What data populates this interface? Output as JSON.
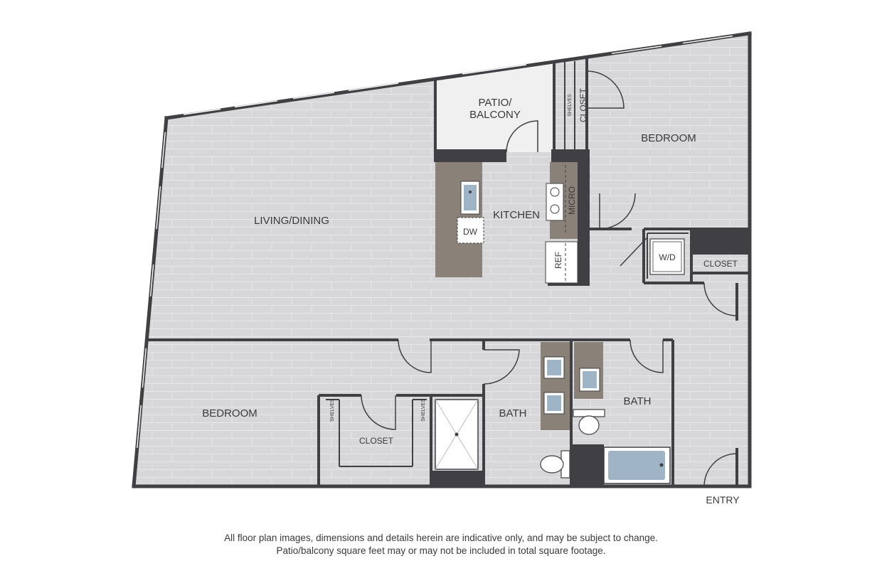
{
  "rooms": {
    "living_dining": "LIVING/DINING",
    "kitchen": "KITCHEN",
    "patio_line1": "PATIO/",
    "patio_line2": "BALCONY",
    "bedroom_top": "BEDROOM",
    "bedroom_bottom": "BEDROOM",
    "bath_left": "BATH",
    "bath_right": "BATH",
    "closet_top": "CLOSET",
    "closet_right": "CLOSET",
    "closet_bottom": "CLOSET",
    "entry": "ENTRY"
  },
  "fixtures": {
    "dishwasher": "DW",
    "refrigerator": "REF",
    "microwave": "MICRO",
    "washer_dryer": "W/D",
    "shelves_top": "SHELVES",
    "shelves_left": "SHELVES",
    "shelves_right": "SHELVES"
  },
  "disclaimer": {
    "line1": "All floor plan images, dimensions and details herein are indicative only, and may be subject to change.",
    "line2": "Patio/balcony square feet may or may not be included in total square footage."
  },
  "colors": {
    "floor": "#d7d7da",
    "wall": "#3f3f44",
    "counter": "#8a8178",
    "sink": "#9fb5c5",
    "patio": "#f0f0f0"
  }
}
